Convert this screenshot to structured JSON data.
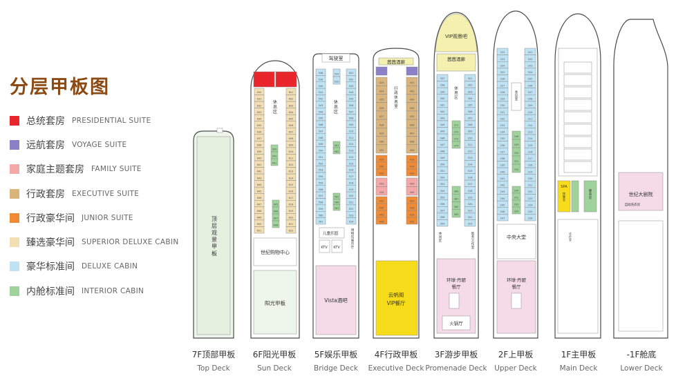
{
  "legend": {
    "title": "分层甲板图",
    "items": [
      {
        "cn": "总统套房",
        "en": "PRESIDENTIAL SUITE",
        "color": "#e8262b"
      },
      {
        "cn": "远航套房",
        "en": "VOYAGE SUITE",
        "color": "#8b7fc7"
      },
      {
        "cn": "家庭主题套房",
        "en": "FAMILY SUITE",
        "color": "#f4a9a8"
      },
      {
        "cn": "行政套房",
        "en": "EXECUTIVE SUITE",
        "color": "#d9b47c"
      },
      {
        "cn": "行政豪华间",
        "en": "JUNIOR SUITE",
        "color": "#f08a34"
      },
      {
        "cn": "臻选豪华间",
        "en": "SUPERIOR DELUXE CABIN",
        "color": "#f3dfb4"
      },
      {
        "cn": "豪华标准间",
        "en": "DELUXE CABIN",
        "color": "#bfe3f4"
      },
      {
        "cn": "内舱标准间",
        "en": "INTERIOR CABIN",
        "color": "#9fd39b"
      }
    ]
  },
  "decks": [
    {
      "cn": "7F顶部甲板",
      "en": "Top Deck",
      "areas": [
        "顶层观景甲板"
      ]
    },
    {
      "cn": "6F阳光甲板",
      "en": "Sun Deck",
      "areas": [
        "世纪购物中心",
        "阳光甲板",
        "休息区"
      ]
    },
    {
      "cn": "5F娱乐甲板",
      "en": "Bridge Deck",
      "areas": [
        "驾驶室",
        "Vista酒吧",
        "休息区",
        "儿童乐园",
        "KTV",
        "KTV",
        "博物馆展示厅"
      ]
    },
    {
      "cn": "4F行政甲板",
      "en": "Executive Deck",
      "areas": [
        "茜茜酒廊",
        "云帆阁",
        "VIP餐厅",
        "行政休息室"
      ]
    },
    {
      "cn": "3F游步甲板",
      "en": "Promenade Deck",
      "areas": [
        "VIP观景吧",
        "茜茜酒廊",
        "环球·丹厨",
        "餐厅",
        "火锅厅",
        "休息区",
        "休闲区",
        "医务工作室"
      ]
    },
    {
      "cn": "2F上甲板",
      "en": "Upper Deck",
      "areas": [
        "中央大堂",
        "环球·丹厨",
        "餐厅",
        "会议室"
      ]
    },
    {
      "cn": "1F主甲板",
      "en": "Main Deck",
      "areas": [
        "SPA",
        "世纪大剧院",
        "健身房",
        "按摩室",
        "诊疗室"
      ]
    },
    {
      "cn": "-1F舱底",
      "en": "Lower Deck",
      "areas": [
        "世纪大剧院",
        "自助洗衣房"
      ]
    }
  ],
  "colors": {
    "presidential": "#e8262b",
    "voyage": "#8b7fc7",
    "family": "#f4a9a8",
    "executive": "#d9b47c",
    "junior": "#f08a34",
    "superior": "#f3dfb4",
    "deluxe": "#bfe3f4",
    "interior": "#9fd39b",
    "yellow": "#f7dc1c",
    "vip_top": "#f3f0b0",
    "pink_area": "#f5dbe6",
    "hull_fill": "#eef5ea",
    "outline": "#4a4a4a"
  }
}
